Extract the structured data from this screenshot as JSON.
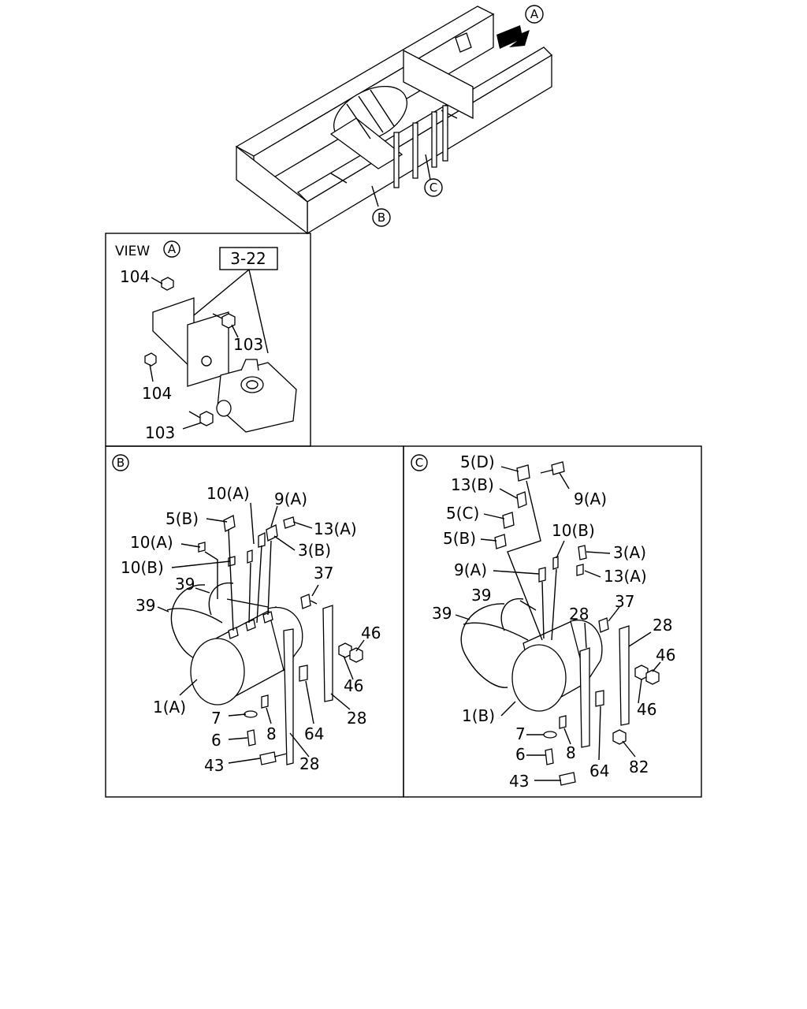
{
  "overview": {
    "callout_a": "A",
    "callout_b": "B",
    "callout_c": "C"
  },
  "view_a": {
    "view_label": "VIEW",
    "view_letter": "A",
    "ref_box": "3-22",
    "labels": [
      "104",
      "103",
      "104",
      "103"
    ]
  },
  "view_b": {
    "panel_letter": "B",
    "labels": [
      "10(A)",
      "9(A)",
      "5(B)",
      "13(A)",
      "10(A)",
      "3(B)",
      "10(B)",
      "37",
      "39",
      "39",
      "46",
      "46",
      "1(A)",
      "28",
      "7",
      "8",
      "64",
      "6",
      "43",
      "28"
    ]
  },
  "view_c": {
    "panel_letter": "C",
    "labels": [
      "5(D)",
      "13(B)",
      "9(A)",
      "5(C)",
      "10(B)",
      "5(B)",
      "3(A)",
      "9(A)",
      "13(A)",
      "39",
      "37",
      "39",
      "28",
      "28",
      "46",
      "1(B)",
      "46",
      "7",
      "8",
      "6",
      "64",
      "82",
      "43"
    ]
  }
}
